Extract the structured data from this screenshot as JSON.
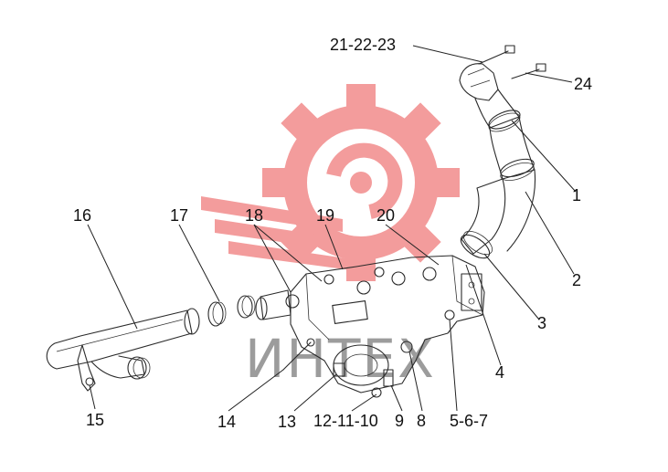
{
  "watermark": {
    "text": "ИНТЕХ",
    "gear_color": "#f28b8b",
    "text_color": "#9c9c9c"
  },
  "callouts": [
    {
      "id": "c1",
      "text": "1"
    },
    {
      "id": "c2",
      "text": "2"
    },
    {
      "id": "c3",
      "text": "3"
    },
    {
      "id": "c4",
      "text": "4"
    },
    {
      "id": "c24",
      "text": "24"
    },
    {
      "id": "c212223",
      "text": "21-22-23"
    },
    {
      "id": "c16",
      "text": "16"
    },
    {
      "id": "c17",
      "text": "17"
    },
    {
      "id": "c18",
      "text": "18"
    },
    {
      "id": "c19",
      "text": "19"
    },
    {
      "id": "c20",
      "text": "20"
    },
    {
      "id": "c15",
      "text": "15"
    },
    {
      "id": "c14",
      "text": "14"
    },
    {
      "id": "c13",
      "text": "13"
    },
    {
      "id": "c121110",
      "text": "12-11-10"
    },
    {
      "id": "c9",
      "text": "9"
    },
    {
      "id": "c8",
      "text": "8"
    },
    {
      "id": "c567",
      "text": "5-6-7"
    }
  ]
}
